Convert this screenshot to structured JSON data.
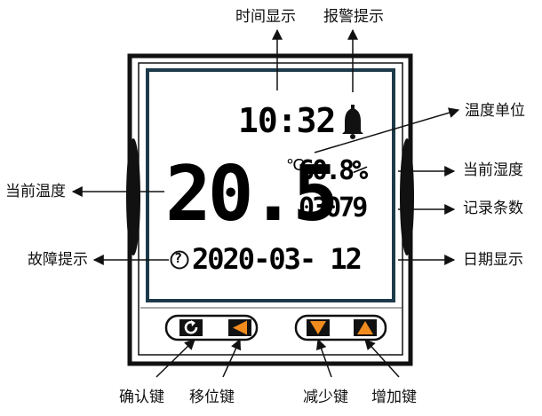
{
  "callouts": {
    "time_display": "时间显示",
    "alarm_prompt": "报警提示",
    "temp_unit": "温度单位",
    "current_temp": "当前温度",
    "current_humidity": "当前湿度",
    "record_count": "记录条数",
    "fault_prompt": "故障提示",
    "date_display": "日期显示",
    "confirm_key": "确认键",
    "shift_key": "移位键",
    "decrease_key": "减少键",
    "increase_key": "增加键"
  },
  "lcd": {
    "time": "10:32",
    "temperature": "20.5",
    "temp_unit": "℃",
    "humidity": "60.8%",
    "record_count": "03079",
    "date": "2020-03- 12",
    "fault_symbol": "?"
  },
  "icons": {
    "alarm": "bell-icon",
    "fault": "question-circle-icon",
    "confirm": "refresh-icon",
    "shift": "left-triangle-icon",
    "decrease": "down-triangle-icon",
    "increase": "up-triangle-icon"
  },
  "colors": {
    "screen_border": "#1d3a4a",
    "key_accent": "#f28b1e",
    "frame": "#111111"
  }
}
